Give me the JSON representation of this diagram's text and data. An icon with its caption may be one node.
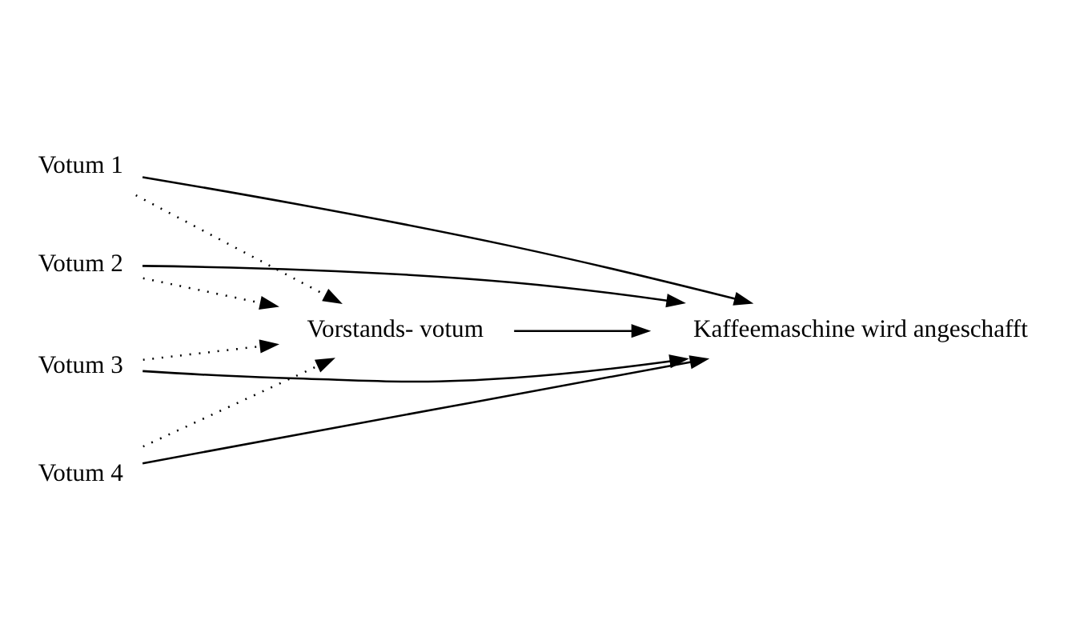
{
  "diagram": {
    "nodes": [
      {
        "text": [
          "Vorstands- votum"
        ]
      },
      {
        "text": [
          "Votum 1"
        ]
      },
      {
        "text": [
          "Votum 2"
        ]
      },
      {
        "text": [
          "Votum 3"
        ]
      },
      {
        "text": [
          "Votum 4"
        ]
      },
      {
        "text": [
          "Kaffeemaschine wird angeschafft"
        ]
      }
    ],
    "edges": [
      {
        "from": 1,
        "to": 0,
        "arrow": "to",
        "style": "dashed"
      },
      {
        "from": 2,
        "to": 0,
        "arrow": "to",
        "style": "dashed"
      },
      {
        "from": 3,
        "to": 0,
        "arrow": "to",
        "style": "dashed"
      },
      {
        "from": 4,
        "to": 0,
        "arrow": "to",
        "style": "dashed"
      },
      {
        "from": 1,
        "to": 5,
        "arrow": "to"
      },
      {
        "from": 2,
        "to": 5,
        "arrow": "to"
      },
      {
        "from": 3,
        "to": 5,
        "arrow": "to"
      },
      {
        "from": 4,
        "to": 5,
        "arrow": "to"
      },
      {
        "from": 0,
        "to": 5,
        "arrow": "to"
      }
    ]
  }
}
